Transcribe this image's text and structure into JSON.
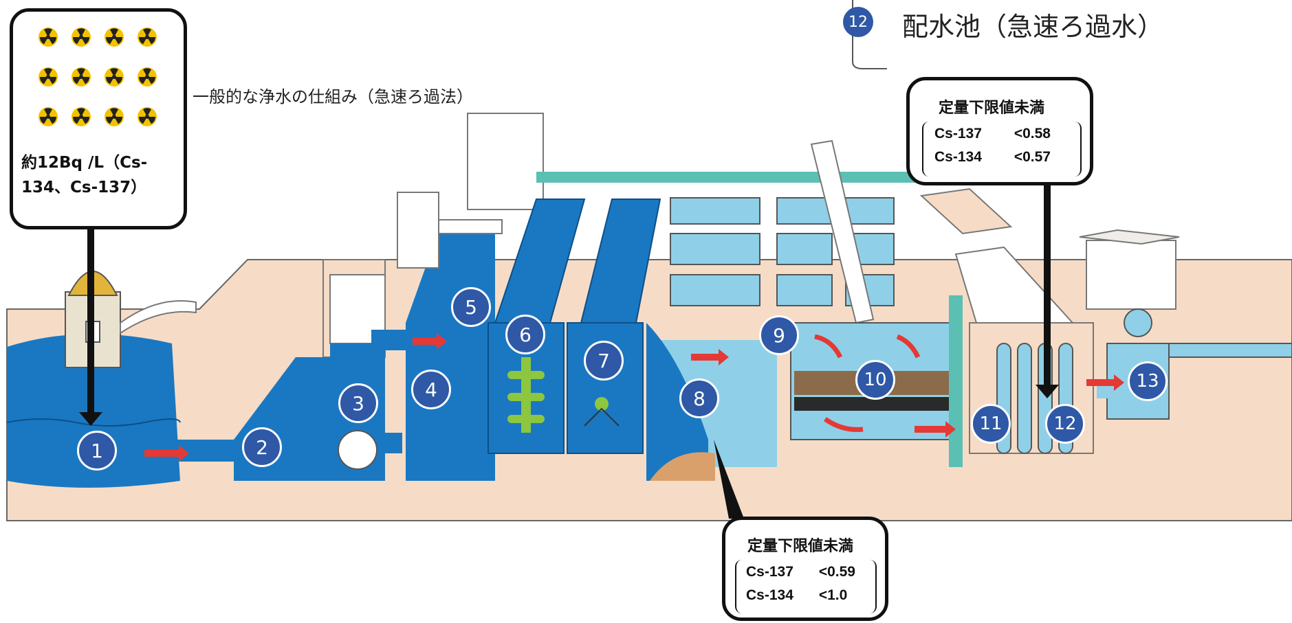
{
  "diagram_title": "一般的な浄水の仕組み（急速ろ過法）",
  "legend": {
    "number": "12",
    "label": "配水池（急速ろ過水）"
  },
  "raw_water_callout": {
    "icon_count": 12,
    "text_line1": "約12Bq /L（Cs-",
    "text_line2": "134、Cs-137）"
  },
  "settled_callout": {
    "heading": "定量下限値未満",
    "rows": [
      {
        "isotope": "Cs-137",
        "value": "<0.59"
      },
      {
        "isotope": "Cs-134",
        "value": "<1.0"
      }
    ]
  },
  "filtered_callout": {
    "heading": "定量下限値未満",
    "rows": [
      {
        "isotope": "Cs-137",
        "value": "<0.58"
      },
      {
        "isotope": "Cs-134",
        "value": "<0.57"
      }
    ]
  },
  "stage_numbers": [
    "1",
    "2",
    "3",
    "4",
    "5",
    "6",
    "7",
    "8",
    "9",
    "10",
    "11",
    "12",
    "13"
  ],
  "colors": {
    "water_deep": "#1a78c2",
    "water_light": "#8fd0e8",
    "ground": "#f6dcc6",
    "badge": "#2f58a6",
    "arrow": "#e53935",
    "teal": "#5cbfb3"
  }
}
